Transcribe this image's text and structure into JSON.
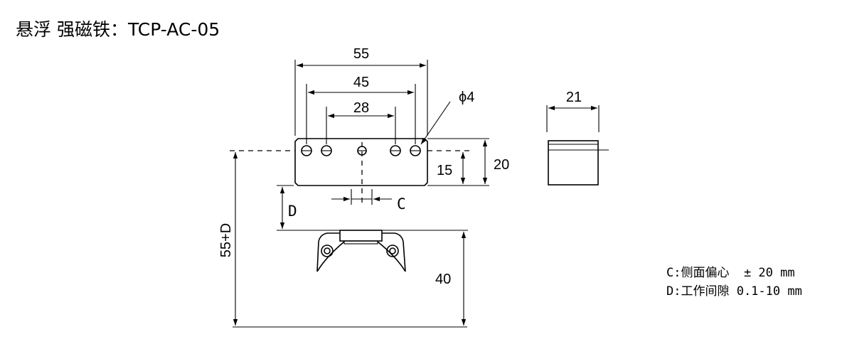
{
  "title": "悬浮 强磁铁：TCP-AC-05",
  "dimensions": {
    "d55": "55",
    "d45": "45",
    "d28": "28",
    "phi4": "ϕ4",
    "d21": "21",
    "d20": "20",
    "d15": "15",
    "d_label": "D",
    "c_label": "C",
    "d55_plus_d": "55+D",
    "d40": "40"
  },
  "notes": {
    "line1": "C:侧面偏心  ± 20 mm",
    "line2": "D:工作间隙 0.1-10 mm"
  }
}
